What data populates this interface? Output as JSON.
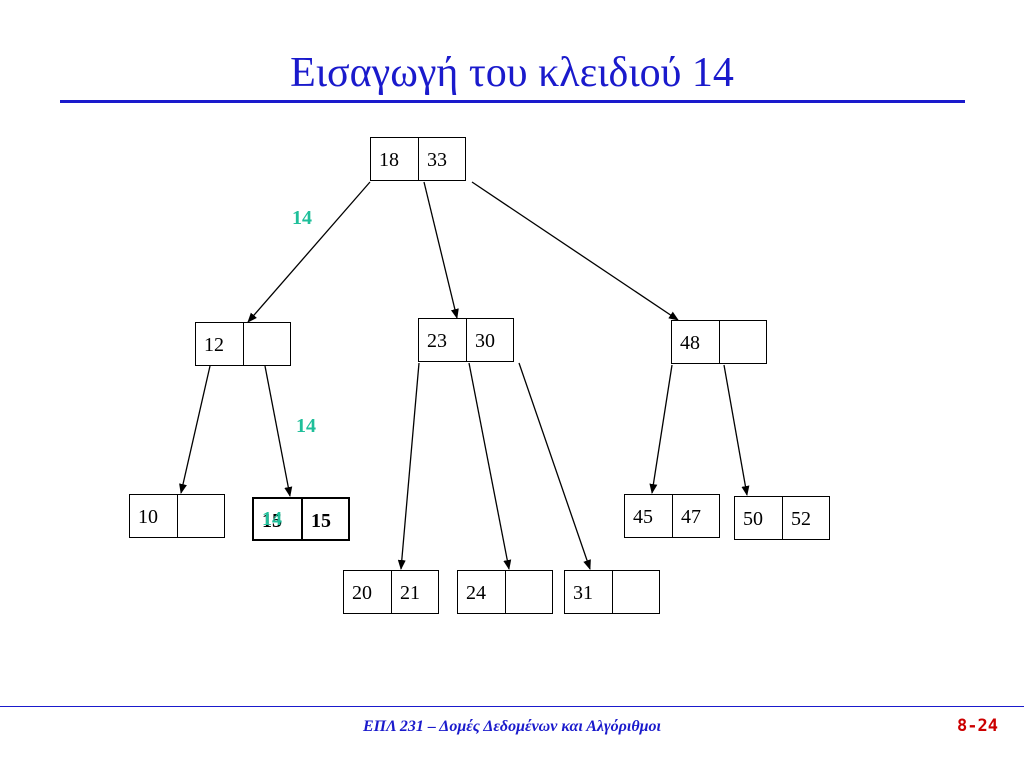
{
  "title": "Εισαγωγή του κλειδιού 14",
  "nodes": {
    "root": [
      "18",
      "33"
    ],
    "left": [
      "12",
      ""
    ],
    "middle": [
      "23",
      "30"
    ],
    "right": [
      "48",
      ""
    ],
    "leaf_10": [
      "10",
      ""
    ],
    "leaf_15": [
      "15",
      "15"
    ],
    "leaf_20_21": [
      "20",
      "21"
    ],
    "leaf_24": [
      "24",
      ""
    ],
    "leaf_31": [
      "31",
      ""
    ],
    "leaf_45_47": [
      "45",
      "47"
    ],
    "leaf_50_52": [
      "50",
      "52"
    ]
  },
  "insert_key_labels": [
    "14",
    "14"
  ],
  "overlay_key": "14",
  "footer": {
    "course": "ΕΠΛ 231 – Δομές Δεδομένων και Αλγόριθμοι",
    "page": "8-24"
  },
  "colors": {
    "title": "#1a1acc",
    "insert_key": "#1fbf9a",
    "page_number": "#cc0000"
  }
}
